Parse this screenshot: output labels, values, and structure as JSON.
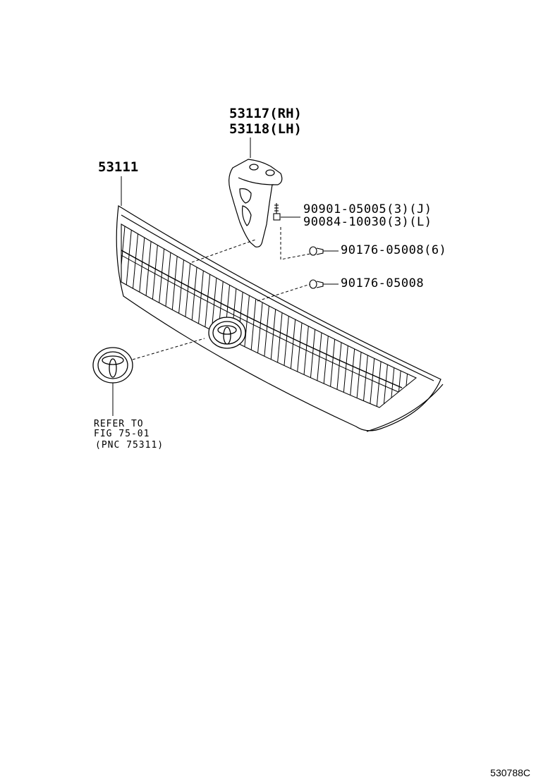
{
  "diagram": {
    "parts": {
      "grille": "53111",
      "bracket_rh": "53117(RH)",
      "bracket_lh": "53118(LH)",
      "bolt_j": "90901-05005(3)(J)",
      "bolt_l": "90084-10030(3)(L)",
      "clip_upper": "90176-05008(6)",
      "clip_lower": "90176-05008"
    },
    "reference": {
      "line1": "REFER TO",
      "line2": "FIG 75-01",
      "line3": "(PNC 75311)"
    },
    "figure_id": "530788C"
  },
  "colors": {
    "ink": "#000000",
    "paper": "#ffffff"
  },
  "icons": [
    "grille-icon",
    "bracket-icon",
    "bolt-icon",
    "clip-icon",
    "emblem-icon"
  ]
}
